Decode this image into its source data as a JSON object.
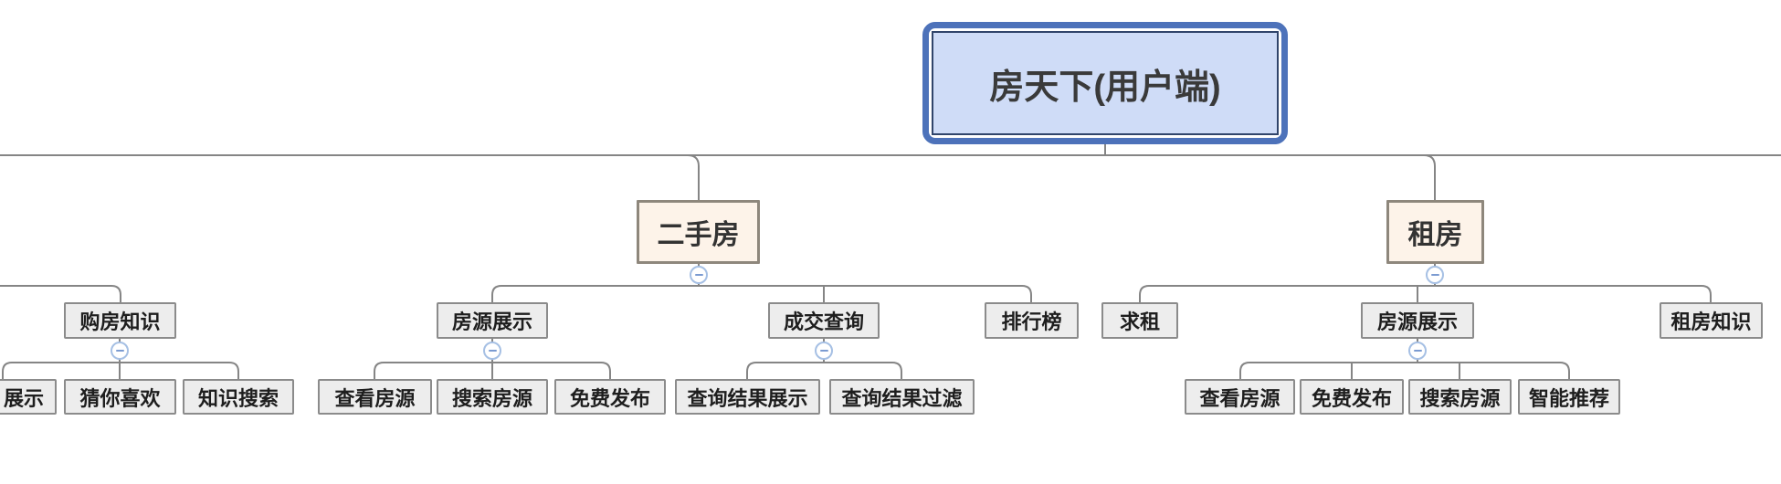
{
  "diagram_title": "房天下(用户端)",
  "nodes": {
    "root": {
      "label": "房天下(用户端)"
    },
    "ershoufang": {
      "label": "二手房"
    },
    "zufang": {
      "label": "租房"
    },
    "goufang_zhishi": {
      "label": "购房知识"
    },
    "zhishi_zhanshi_partial": {
      "label": "展示"
    },
    "cai_ni_xihuan": {
      "label": "猜你喜欢"
    },
    "zhishi_sousuo": {
      "label": "知识搜索"
    },
    "fangyuan_zhanshi_esf": {
      "label": "房源展示"
    },
    "chakan_fangyuan_esf": {
      "label": "查看房源"
    },
    "sousuo_fangyuan_esf": {
      "label": "搜索房源"
    },
    "mianfei_fabu_esf": {
      "label": "免费发布"
    },
    "chengjiao_chaxun": {
      "label": "成交查询"
    },
    "chaxun_jieguo_zhanshi": {
      "label": "查询结果展示"
    },
    "chaxun_jieguo_guolv": {
      "label": "查询结果过滤"
    },
    "paihangbang": {
      "label": "排行榜"
    },
    "qiuzu": {
      "label": "求租"
    },
    "fangyuan_zhanshi_zf": {
      "label": "房源展示"
    },
    "chakan_fangyuan_zf": {
      "label": "查看房源"
    },
    "mianfei_fabu_zf": {
      "label": "免费发布"
    },
    "sousuo_fangyuan_zf": {
      "label": "搜索房源"
    },
    "zhineng_tuijian": {
      "label": "智能推荐"
    },
    "zufang_zhishi": {
      "label": "租房知识"
    }
  },
  "hierarchy": {
    "root": [
      "ershoufang",
      "zufang"
    ],
    "goufang_zhishi": [
      "zhishi_zhanshi_partial",
      "cai_ni_xihuan",
      "zhishi_sousuo"
    ],
    "ershoufang": [
      "fangyuan_zhanshi_esf",
      "chengjiao_chaxun",
      "paihangbang"
    ],
    "fangyuan_zhanshi_esf": [
      "chakan_fangyuan_esf",
      "sousuo_fangyuan_esf",
      "mianfei_fabu_esf"
    ],
    "chengjiao_chaxun": [
      "chaxun_jieguo_zhanshi",
      "chaxun_jieguo_guolv"
    ],
    "zufang": [
      "qiuzu",
      "fangyuan_zhanshi_zf",
      "zufang_zhishi"
    ],
    "fangyuan_zhanshi_zf": [
      "chakan_fangyuan_zf",
      "mianfei_fabu_zf",
      "sousuo_fangyuan_zf",
      "zhineng_tuijian"
    ]
  },
  "collapse_buttons": [
    "ershoufang",
    "zufang",
    "goufang_zhishi",
    "fangyuan_zhanshi_esf",
    "chengjiao_chaxun",
    "fangyuan_zhanshi_zf"
  ],
  "colors": {
    "canvas-bg": "#ffffff",
    "root-border": "#4d72ba",
    "root-inner-border": "#31456b",
    "root-fill": "#cfdcf7",
    "root-text": "#3a3a3a",
    "branch-fill": "#fdf3e9",
    "branch-border": "#8e877c",
    "branch-text": "#333333",
    "node-fill": "#ededed",
    "node-border": "#8b8b8b",
    "node-text": "#1e1e1e",
    "line": "#858585",
    "button-border": "#a6c0e4",
    "button-minus": "#7b9bd1"
  }
}
